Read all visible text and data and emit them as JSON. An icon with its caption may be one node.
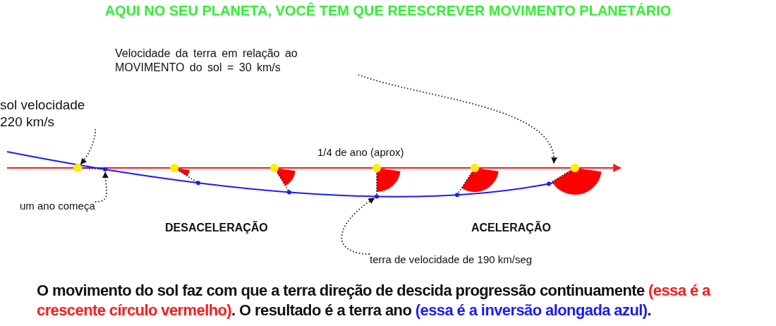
{
  "diagram": {
    "title": "AQUI NO SEU PLANETA, VOCÊ TEM QUE REESCREVER MOVIMENTO PLANETÁRIO",
    "caption": "O movimento do sol faz com que a terra direção de descida progressão continuamente (essa é a crescente círculo vermelho). O resultado é a terra ano (essa é a inversão alongada azul).",
    "nodes": [
      {
        "text": [
          "sol velocidade 220 km/s"
        ]
      },
      {
        "text": [],
        "shape": "circle"
      },
      {
        "text": [
          "um ano começa"
        ]
      },
      {
        "text": [],
        "shape": "circle"
      },
      {
        "text": [
          "Velocidade da terra em relação ao MOVIMENTO do sol = 30 km/s"
        ]
      },
      {
        "text": [
          "terra de velocidade de 190 km/seg"
        ]
      },
      {
        "text": [],
        "shape": "circle"
      }
    ],
    "edges": [
      {
        "from": 0,
        "to": 1,
        "arrow": "to",
        "style": "dashed"
      },
      {
        "from": 2,
        "to": 3,
        "arrow": "to",
        "style": "dashed"
      },
      {
        "from": 4,
        "to": null,
        "arrow": "to",
        "style": "dashed"
      },
      {
        "from": 5,
        "to": 6,
        "arrow": "to",
        "style": "dashed"
      }
    ],
    "labels": [
      "1/4 de ano (aprox)",
      "DESACELERAÇÃO",
      "ACELERAÇÃO"
    ]
  }
}
